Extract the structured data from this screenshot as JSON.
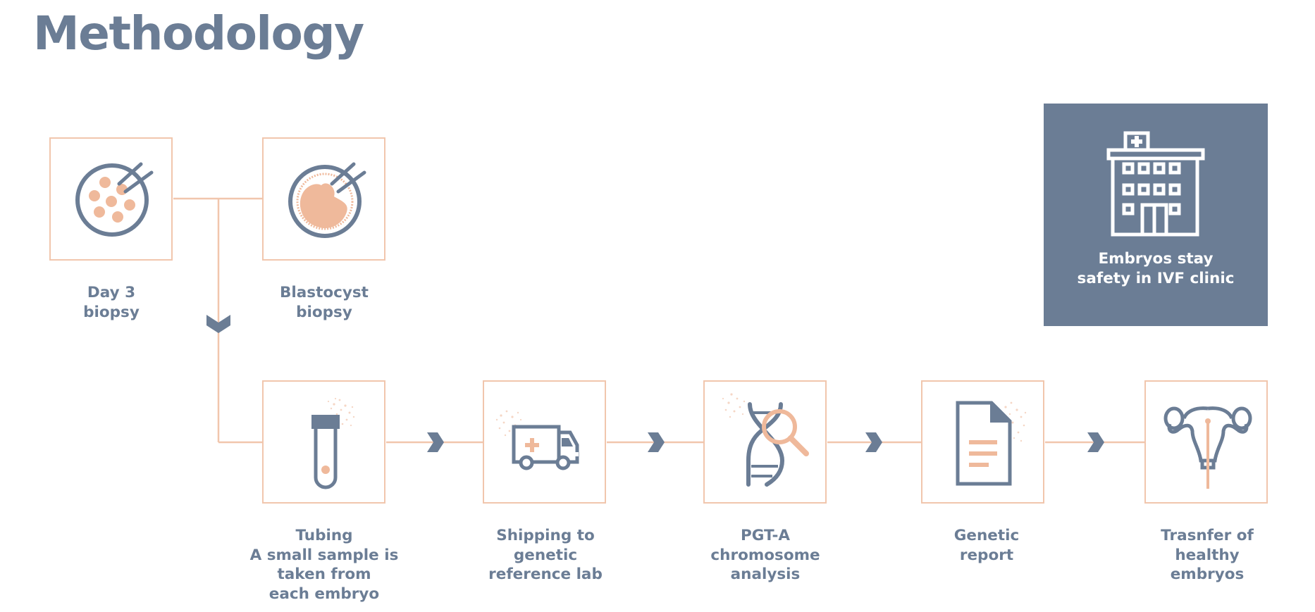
{
  "title": "Methodology",
  "colors": {
    "slate": "#6b7d95",
    "peach": "#f1c6ad",
    "peach_dark": "#efb99b",
    "white": "#ffffff"
  },
  "biopsy_options": [
    {
      "label_lines": [
        "Day 3",
        "biopsy"
      ],
      "icon": "petri-dish-cells-icon"
    },
    {
      "label_lines": [
        "Blastocyst",
        "biopsy"
      ],
      "icon": "petri-dish-blastocyst-icon"
    }
  ],
  "steps": [
    {
      "label_lines": [
        "Tubing",
        "A small sample is",
        "taken from",
        "each embryo"
      ],
      "icon": "test-tube-icon"
    },
    {
      "label_lines": [
        "Shipping to",
        "genetic",
        "reference lab"
      ],
      "icon": "ambulance-truck-icon"
    },
    {
      "label_lines": [
        "PGT-A",
        "chromosome",
        "analysis"
      ],
      "icon": "dna-magnifier-icon"
    },
    {
      "label_lines": [
        "Genetic",
        "report"
      ],
      "icon": "document-report-icon"
    },
    {
      "label_lines": [
        "Trasnfer of",
        "healthy",
        "embryos"
      ],
      "icon": "uterus-icon"
    }
  ],
  "clinic": {
    "label_lines": [
      "Embryos stay",
      "safety in IVF clinic"
    ],
    "icon": "hospital-building-icon"
  }
}
